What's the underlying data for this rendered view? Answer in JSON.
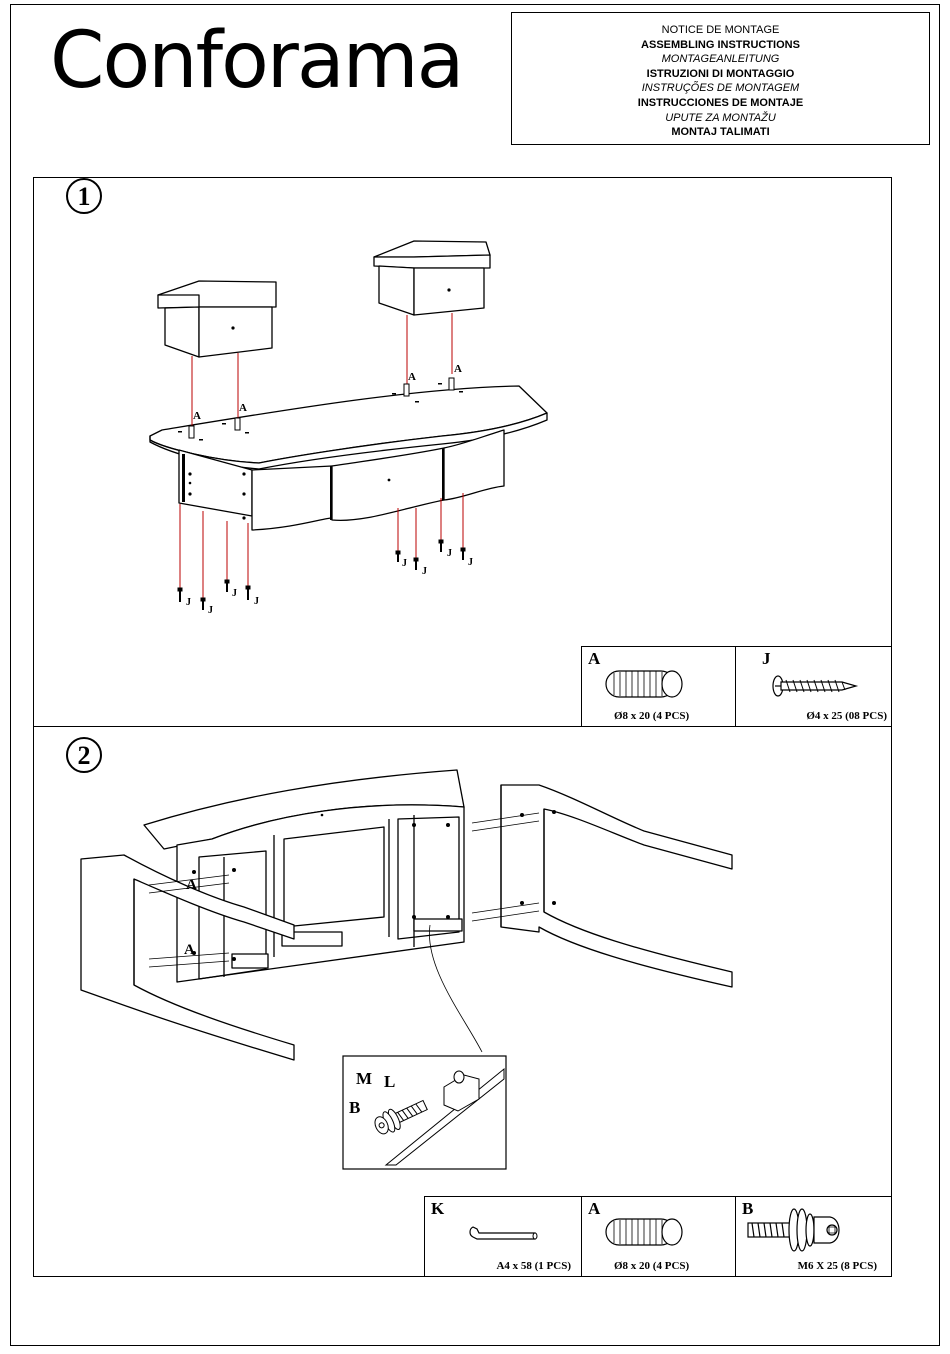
{
  "brand": {
    "name": "Conforama"
  },
  "title_block": {
    "lines": [
      {
        "text": "NOTICE DE MONTAGE",
        "style": "normal"
      },
      {
        "text": "ASSEMBLING INSTRUCTIONS",
        "style": "bold"
      },
      {
        "text": "MONTAGEANLEITUNG",
        "style": "italic"
      },
      {
        "text": "ISTRUZIONI DI MONTAGGIO",
        "style": "bold"
      },
      {
        "text": "INSTRUÇÕES DE MONTAGEM",
        "style": "italic"
      },
      {
        "text": "INSTRUCCIONES DE MONTAJE",
        "style": "bold"
      },
      {
        "text": "UPUTE ZA MONTAŽU",
        "style": "italic"
      },
      {
        "text": "MONTAJ TALIMATI",
        "style": "bold"
      }
    ]
  },
  "step1": {
    "number": "1",
    "labels": {
      "dowel": "A",
      "screw": "J"
    },
    "parts": [
      {
        "letter": "A",
        "caption": "Ø8 x 20 (4 PCS)",
        "icon": "dowel-icon"
      },
      {
        "letter": "J",
        "caption": "Ø4 x 25 (08 PCS)",
        "icon": "screw-icon"
      }
    ]
  },
  "step2": {
    "number": "2",
    "labels": {
      "dowel": "A",
      "washer_m": "M",
      "washer_l": "L",
      "bolt_b": "B"
    },
    "parts": [
      {
        "letter": "K",
        "caption": "A4 x 58 (1 PCS)",
        "icon": "allen-key-icon"
      },
      {
        "letter": "A",
        "caption": "Ø8 x 20 (4 PCS)",
        "icon": "dowel-icon"
      },
      {
        "letter": "B",
        "caption": "M6 X 25 (8 PCS)",
        "icon": "bolt-washer-icon"
      }
    ]
  }
}
